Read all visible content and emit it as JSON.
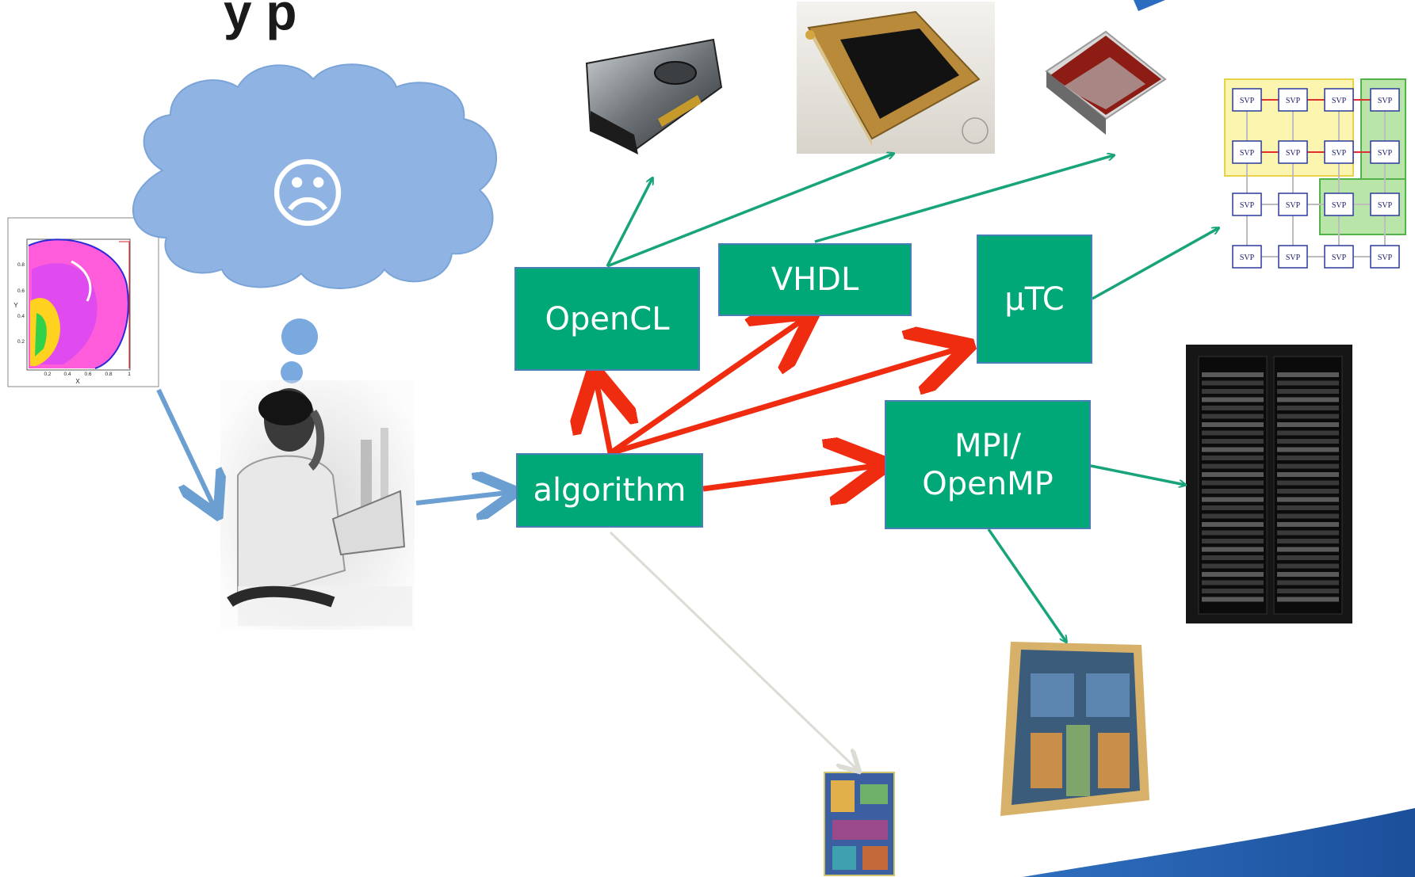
{
  "slide": {
    "title": "y p",
    "mood_glyph": "☹"
  },
  "boxes": {
    "opencl": "OpenCL",
    "vhdl": "VHDL",
    "utc": "µTC",
    "algorithm": "algorithm",
    "mpi": "MPI/\nOpenMP"
  },
  "svp_grid": {
    "cell_label": "SVP",
    "rows": 4,
    "cols": 4
  },
  "plot": {
    "xlabel": "X",
    "ylabel": "Y",
    "xticks": [
      "0.2",
      "0.4",
      "0.6",
      "0.8",
      "1"
    ],
    "yticks": [
      "0.2",
      "0.4",
      "0.6",
      "0.8"
    ]
  },
  "colors": {
    "box_fill": "#00a878",
    "box_border": "#4a7eb7",
    "arrow_green": "#17a47a",
    "arrow_red": "#ef2b10",
    "arrow_blue": "#6b9fd2",
    "cloud": "#8fb4e3",
    "accent_blue": "#1f5aa6"
  }
}
